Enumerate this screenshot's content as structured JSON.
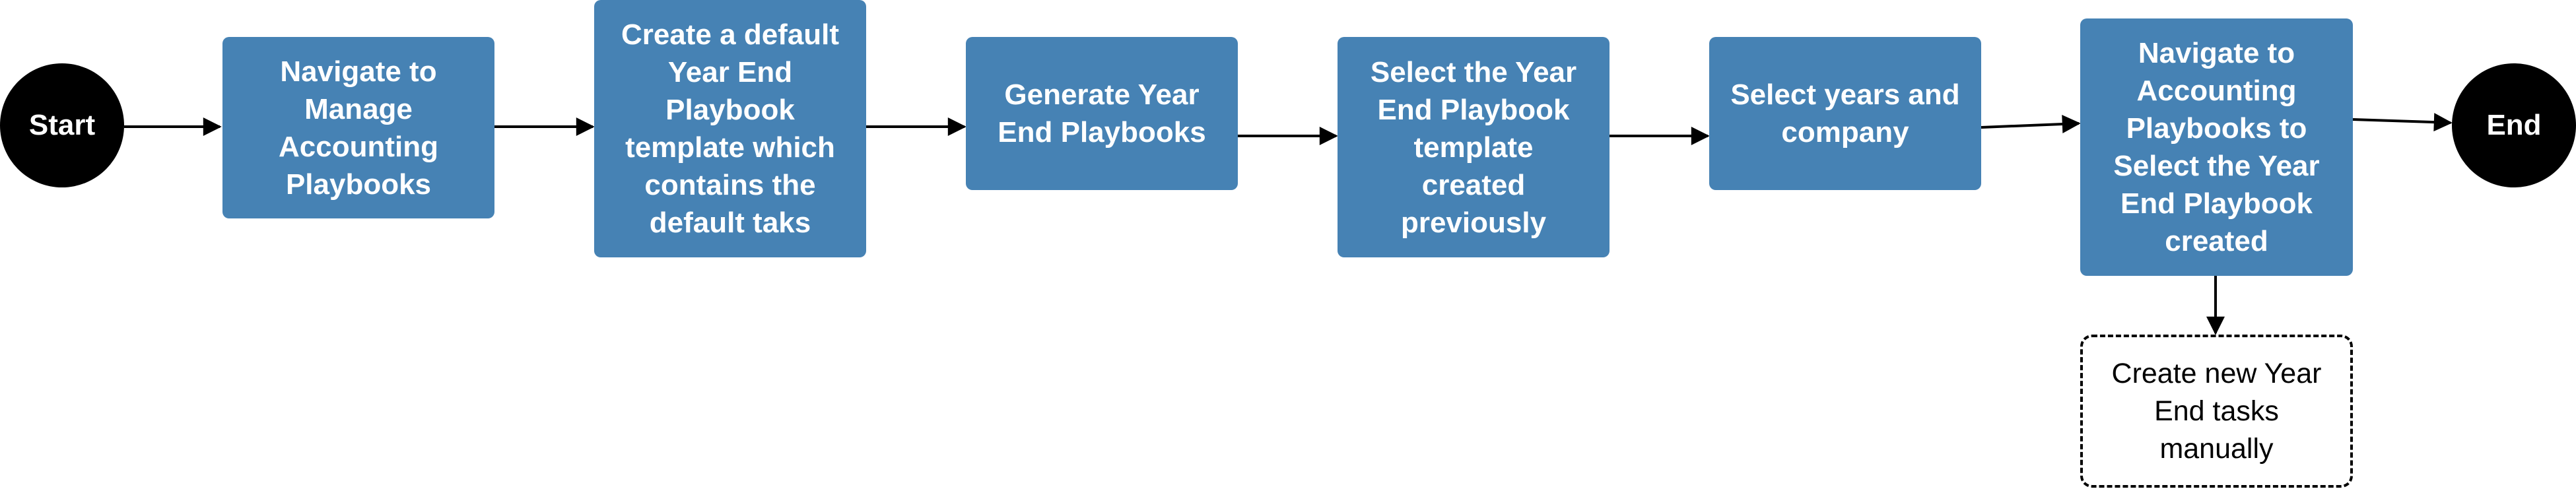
{
  "diagram": {
    "colors": {
      "process_fill": "#4682B4",
      "process_text": "#ffffff",
      "terminal_fill": "#000000",
      "terminal_text": "#ffffff",
      "connector": "#000000"
    },
    "nodes": {
      "start": {
        "label": "Start"
      },
      "step1": {
        "label": "Navigate to\nManage\nAccounting\nPlaybooks"
      },
      "step2": {
        "label": "Create a default\nYear End\nPlaybook\ntemplate which\ncontains the\ndefault taks"
      },
      "step3": {
        "label": "Generate Year\nEnd Playbooks"
      },
      "step4": {
        "label": "Select the Year\nEnd Playbook\ntemplate\ncreated\npreviously"
      },
      "step5": {
        "label": "Select years and\ncompany"
      },
      "step6": {
        "label": "Navigate to\nAccounting\nPlaybooks to\nSelect the Year\nEnd Playbook\ncreated"
      },
      "manual": {
        "label": "Create new Year\nEnd tasks\nmanually"
      },
      "end": {
        "label": "End"
      }
    },
    "edges": [
      {
        "from": "start",
        "to": "step1"
      },
      {
        "from": "step1",
        "to": "step2"
      },
      {
        "from": "step2",
        "to": "step3"
      },
      {
        "from": "step3",
        "to": "step4"
      },
      {
        "from": "step4",
        "to": "step5"
      },
      {
        "from": "step5",
        "to": "step6"
      },
      {
        "from": "step6",
        "to": "end"
      },
      {
        "from": "step6",
        "to": "manual"
      }
    ]
  }
}
